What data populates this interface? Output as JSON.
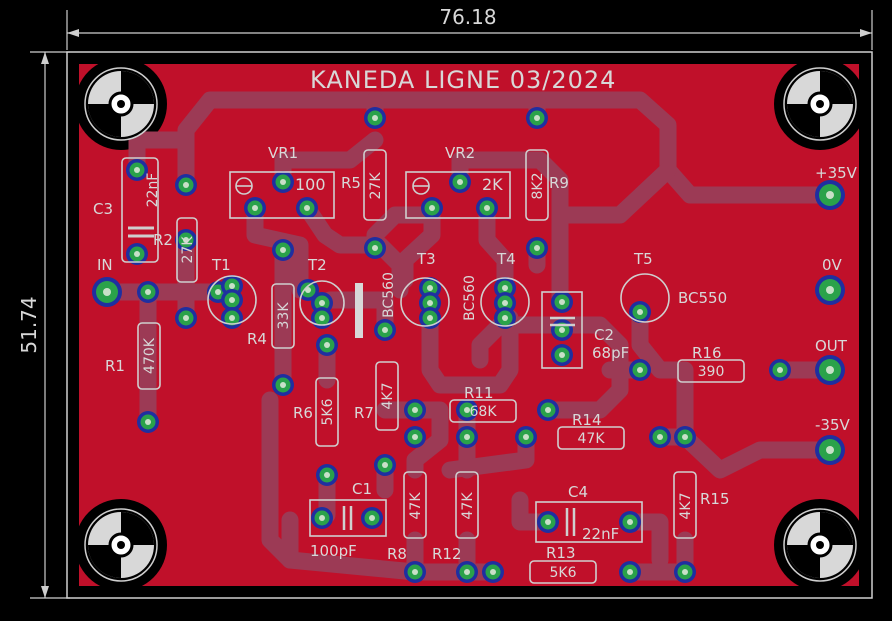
{
  "board": {
    "title": "KANEDA LIGNE 03/2024",
    "width_label": "76.18",
    "height_label": "51.74",
    "colors": {
      "background": "#000000",
      "copper": "#c0102a",
      "trace": "#9c3a55",
      "pad_ring": "#1f2fa0",
      "pad": "#2aa24a",
      "silk": "#d0d0d0",
      "outline": "#d0d0d0"
    }
  },
  "components": {
    "vr1": {
      "name": "VR1",
      "value": "100"
    },
    "vr2": {
      "name": "VR2",
      "value": "2K"
    },
    "r1": {
      "name": "R1",
      "value": "470K"
    },
    "r2": {
      "name": "R2",
      "value": "27K"
    },
    "r4": {
      "name": "R4",
      "value": "33K"
    },
    "r5": {
      "name": "R5",
      "value": "27K"
    },
    "r6": {
      "name": "R6",
      "value": "5K6"
    },
    "r7": {
      "name": "R7",
      "value": "4K7"
    },
    "r8": {
      "name": "R8",
      "value": "47K"
    },
    "r9": {
      "name": "R9",
      "value": "8K2"
    },
    "r11": {
      "name": "R11",
      "value": "68K"
    },
    "r12": {
      "name": "R12",
      "value": "47K"
    },
    "r13": {
      "name": "R13",
      "value": "5K6"
    },
    "r14": {
      "name": "R14",
      "value": "47K"
    },
    "r15": {
      "name": "R15",
      "value": "4K7"
    },
    "r16": {
      "name": "R16",
      "value": "390"
    },
    "c1": {
      "name": "C1",
      "value": "100pF"
    },
    "c2": {
      "name": "C2",
      "value": "68pF"
    },
    "c3": {
      "name": "C3",
      "value": "22nF"
    },
    "c4": {
      "name": "C4",
      "value": "22nF"
    },
    "t1": {
      "name": "T1"
    },
    "t2": {
      "name": "T2"
    },
    "t3": {
      "name": "T3",
      "value": "BC560"
    },
    "t4": {
      "name": "T4",
      "value": "BC560"
    },
    "t5": {
      "name": "T5",
      "value": "BC550"
    }
  },
  "connectors": {
    "in": "IN",
    "pos35": "+35V",
    "zero": "0V",
    "out": "OUT",
    "neg35": "-35V"
  }
}
